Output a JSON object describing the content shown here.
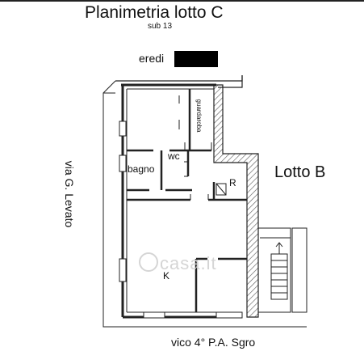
{
  "title": "Planimetria  lotto C",
  "subtitle": "sub 13",
  "owner_label": "eredi",
  "adjacent_lot": "Lotto B",
  "streets": {
    "left": "via G. Levato",
    "bottom": "vico 4° P.A. Sgro"
  },
  "rooms": {
    "guardaroba": "guardaroba",
    "wc": "wc",
    "bagno": "bagno",
    "r": "R",
    "k": "K"
  },
  "watermark": "casa.it",
  "colors": {
    "wall": "#222222",
    "hatch": "#555555",
    "background": "#ffffff"
  }
}
